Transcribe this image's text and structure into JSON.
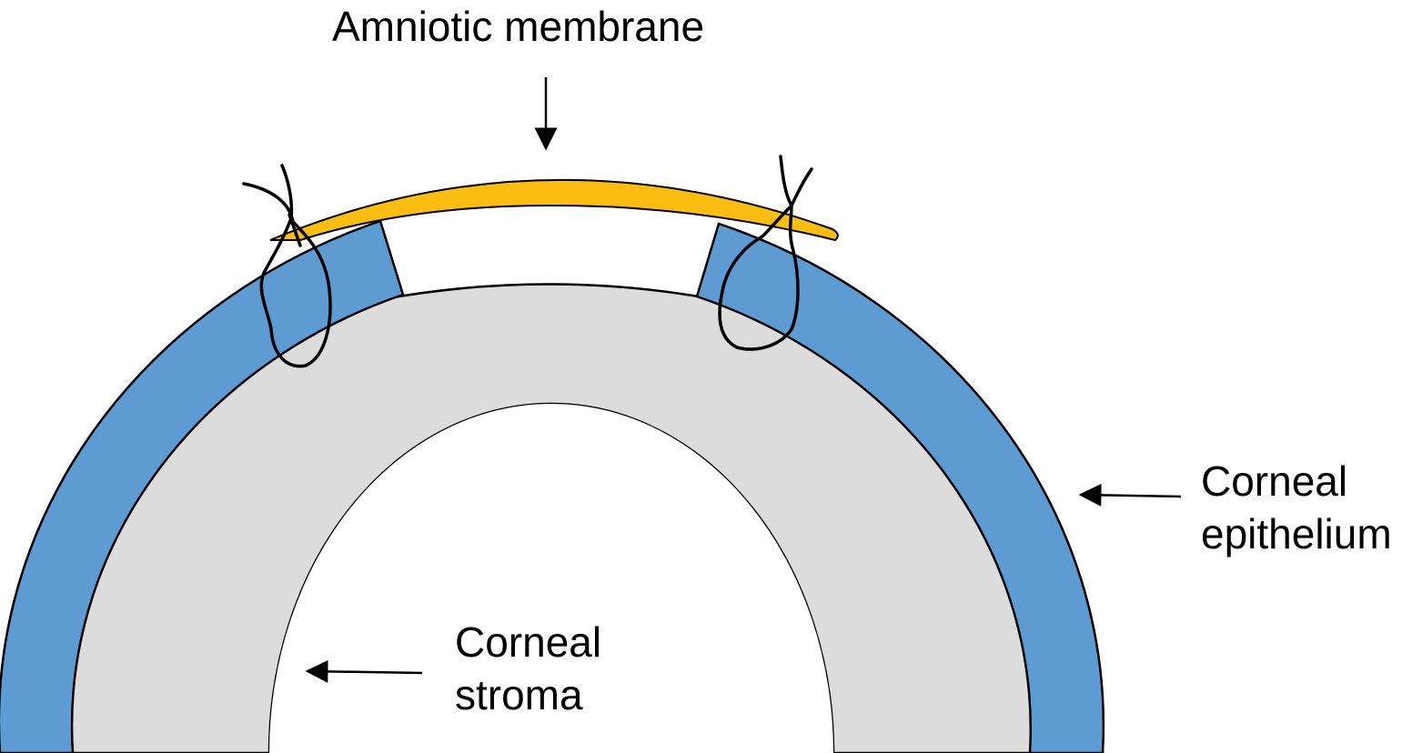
{
  "labels": {
    "amniotic_membrane": "Amniotic membrane",
    "corneal_epithelium": [
      "Corneal",
      "epithelium"
    ],
    "corneal_stroma": [
      "Corneal",
      "stroma"
    ]
  },
  "colors": {
    "epithelium": "#5e9bd2",
    "stroma": "#dcdcdc",
    "amniotic_membrane": "#fbbd12",
    "outline": "#000000",
    "background": "#ffffff"
  }
}
